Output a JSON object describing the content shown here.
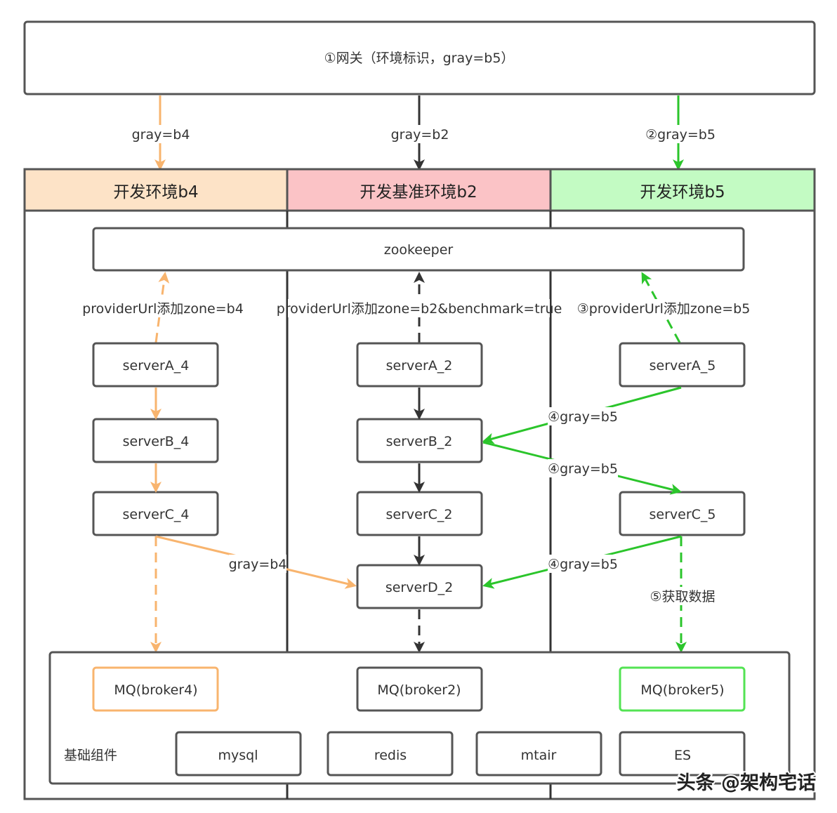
{
  "gateway": {
    "label": "①网关（环境标识，gray=b5）"
  },
  "routes": {
    "b4": "gray=b4",
    "b2": "gray=b2",
    "b5": "②gray=b5"
  },
  "envs": {
    "b4": "开发环境b4",
    "b2": "开发基准环境b2",
    "b5": "开发环境b5"
  },
  "zookeeper": "zookeeper",
  "register": {
    "b4": "providerUrl添加zone=b4",
    "b2": "providerUrl添加zone=b2&benchmark=true",
    "b5": "③providerUrl添加zone=b5"
  },
  "servers": {
    "a4": "serverA_4",
    "b4": "serverB_4",
    "c4": "serverC_4",
    "a2": "serverA_2",
    "b2": "serverB_2",
    "c2": "serverC_2",
    "d2": "serverD_2",
    "a5": "serverA_5",
    "c5": "serverC_5"
  },
  "edge_labels": {
    "c4_d2": "gray=b4",
    "a5_b2": "④gray=b5",
    "b2_c5": "④gray=b5",
    "c5_d2": "④gray=b5",
    "fetch": "⑤获取数据"
  },
  "infra": {
    "title": "基础组件",
    "mq4": "MQ(broker4)",
    "mq2": "MQ(broker2)",
    "mq5": "MQ(broker5)",
    "mysql": "mysql",
    "redis": "redis",
    "mtair": "mtair",
    "es": "ES"
  },
  "watermark": "头条 @架构宅话",
  "colors": {
    "orange": "#f8b46e",
    "green": "#2bc52b",
    "dark": "#333333",
    "env_b4_bg": "#fde3c7",
    "env_b2_bg": "#fbc3c6",
    "env_b5_bg": "#c3fbc3"
  }
}
